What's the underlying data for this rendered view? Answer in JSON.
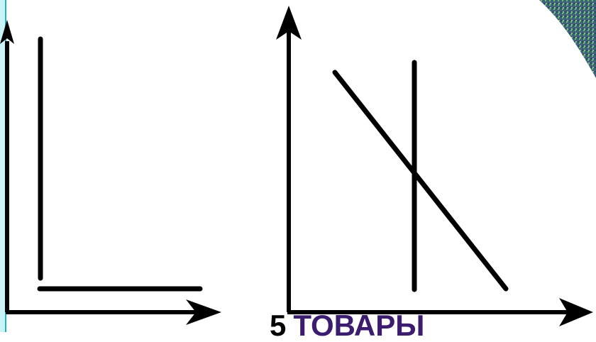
{
  "caption": {
    "number": "5",
    "word": "ТОВАРЫ"
  },
  "colors": {
    "line": "#000000",
    "panel_fill": "#c9f3f7",
    "panel_edge": "#1fb3c9",
    "caption_word": "#3b1c6f",
    "texture": "#2e6a70"
  },
  "icons": [
    "arrow-up-icon",
    "arrow-right-icon",
    "textured-corner-decoration"
  ]
}
